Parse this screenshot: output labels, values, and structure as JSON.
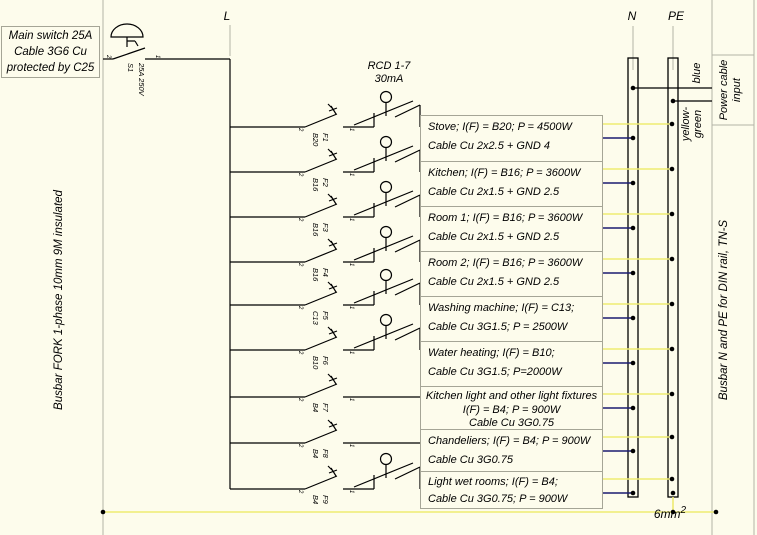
{
  "title_block": {
    "main_switch_note": [
      "Main switch 25A",
      "Cable 3G6 Cu",
      "protected by C25"
    ],
    "left_busbar_note": "Busbar FORK 1-phase 10mm 9M insulated",
    "right_busbar_note": "Busbar N and PE for DIN rail, TN-S",
    "power_input_note": [
      "Power cable",
      "input"
    ]
  },
  "bus_labels": {
    "phase": "L",
    "neutral": "N",
    "earth": "PE"
  },
  "wire_color_labels": {
    "neutral": "blue",
    "earth": [
      "yellow-",
      "green"
    ]
  },
  "main_switch": {
    "name": "S1",
    "rating": "25A 250V",
    "terminal_in": "2",
    "terminal_out": "1"
  },
  "rcd_header": [
    "RCD 1-7",
    "30mA"
  ],
  "terminals": {
    "in": "2",
    "out": "1"
  },
  "earth_wire_size": {
    "text": "6mm",
    "sup": "2"
  },
  "circuits": [
    {
      "breaker": "F1",
      "rating": "B20",
      "rcd": true,
      "align": "left",
      "lines": [
        "Stove; I(F) = B20; P = 4500W",
        "Cable Cu 2x2.5 + GND 4"
      ]
    },
    {
      "breaker": "F2",
      "rating": "B16",
      "rcd": true,
      "align": "left",
      "lines": [
        "Kitchen; I(F) = B16; P = 3600W",
        "Cable Cu 2x1.5 + GND 2.5"
      ]
    },
    {
      "breaker": "F3",
      "rating": "B16",
      "rcd": true,
      "align": "left",
      "lines": [
        "Room 1; I(F) = B16; P = 3600W",
        "Cable Cu 2x1.5 + GND 2.5"
      ]
    },
    {
      "breaker": "F4",
      "rating": "B16",
      "rcd": true,
      "align": "left",
      "lines": [
        "Room 2; I(F) = B16; P = 3600W",
        "Cable Cu 2x1.5 + GND 2.5"
      ]
    },
    {
      "breaker": "F5",
      "rating": "C13",
      "rcd": true,
      "align": "left",
      "lines": [
        "Washing machine; I(F) = C13;",
        "Cable Cu 3G1.5; P = 2500W"
      ]
    },
    {
      "breaker": "F6",
      "rating": "B10",
      "rcd": true,
      "align": "left",
      "lines": [
        "Water heating; I(F) = B10;",
        "Cable Cu 3G1.5; P=2000W"
      ]
    },
    {
      "breaker": "F7",
      "rating": "B4",
      "rcd": false,
      "align": "center",
      "lines": [
        "Kitchen light and other light fixtures",
        "I(F) = B4; P = 900W",
        "Cable Cu 3G0.75"
      ]
    },
    {
      "breaker": "F8",
      "rating": "B4",
      "rcd": false,
      "align": "left",
      "lines": [
        "Chandeliers; I(F) = B4; P = 900W",
        "Cable Cu 3G0.75"
      ]
    },
    {
      "breaker": "F9",
      "rating": "B4",
      "rcd": true,
      "align": "left",
      "lines": [
        "Light wet rooms; I(F) = B4;",
        "Cable Cu 3G0.75; P = 900W"
      ]
    }
  ],
  "colors": {
    "background": "#fdfcec",
    "frame": "#b3b3a6",
    "phase_wire": "#000000",
    "neutral_wire": "#1b1b70",
    "earth_wire": "#eeeb72"
  }
}
